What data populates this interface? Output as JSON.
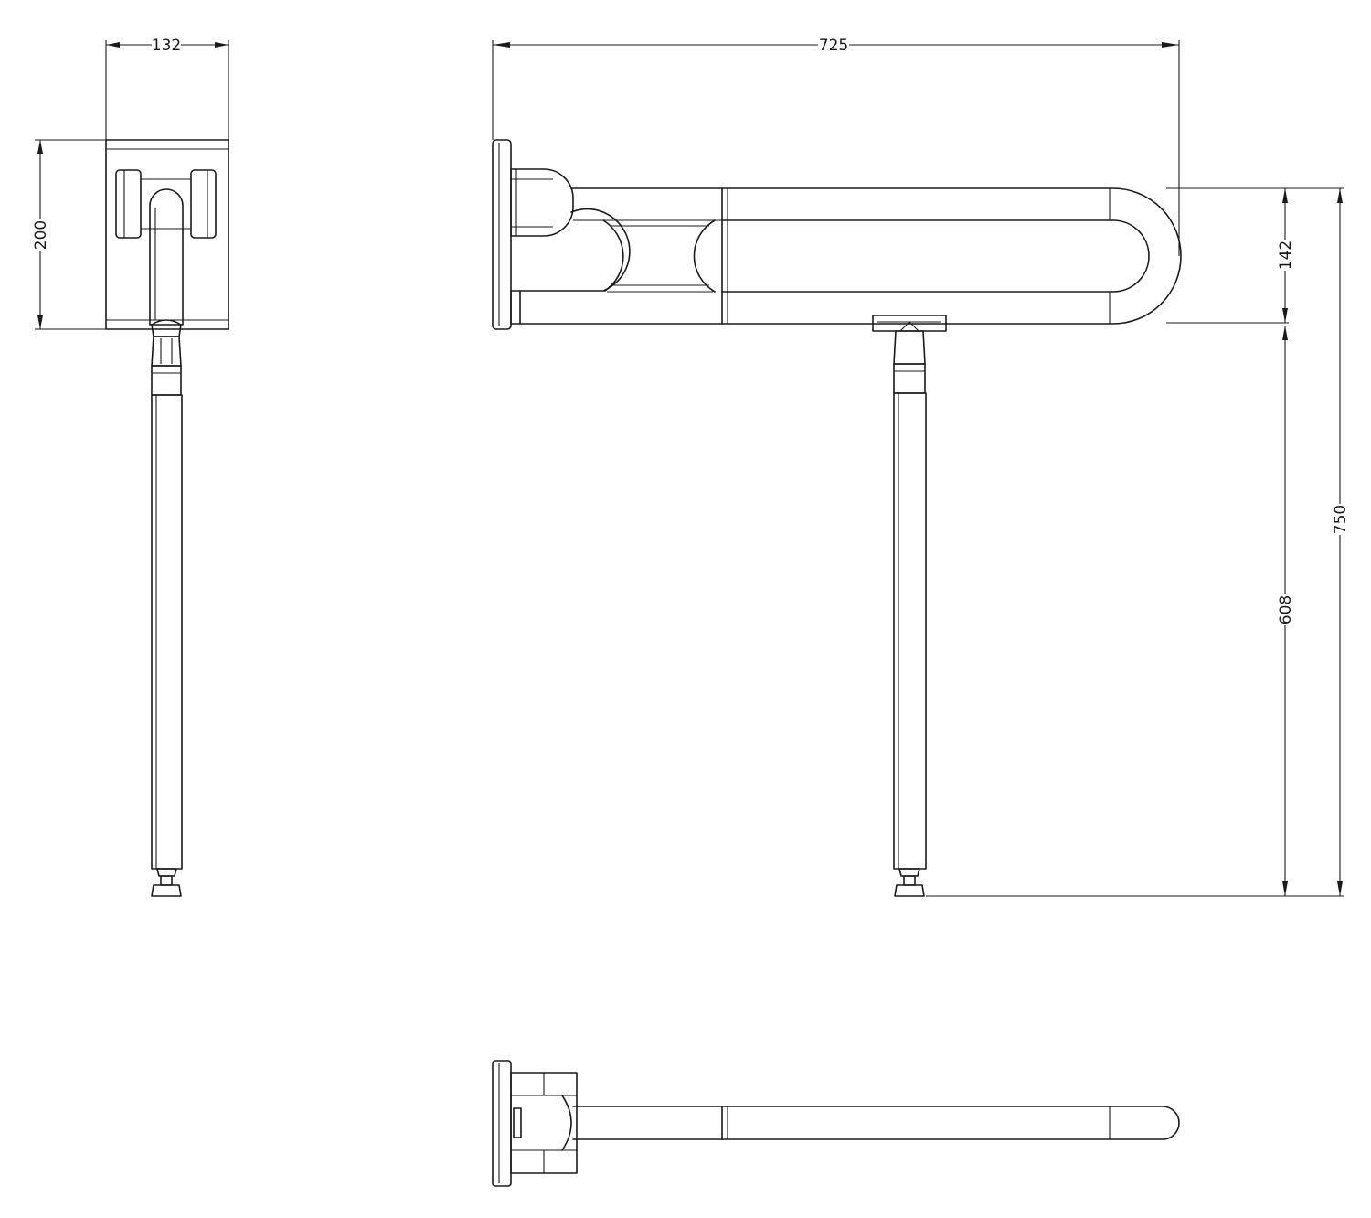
{
  "dimensions": {
    "side_width": "132",
    "side_height": "200",
    "total_length": "725",
    "rail_height": "142",
    "leg_height": "608",
    "total_height": "750"
  }
}
